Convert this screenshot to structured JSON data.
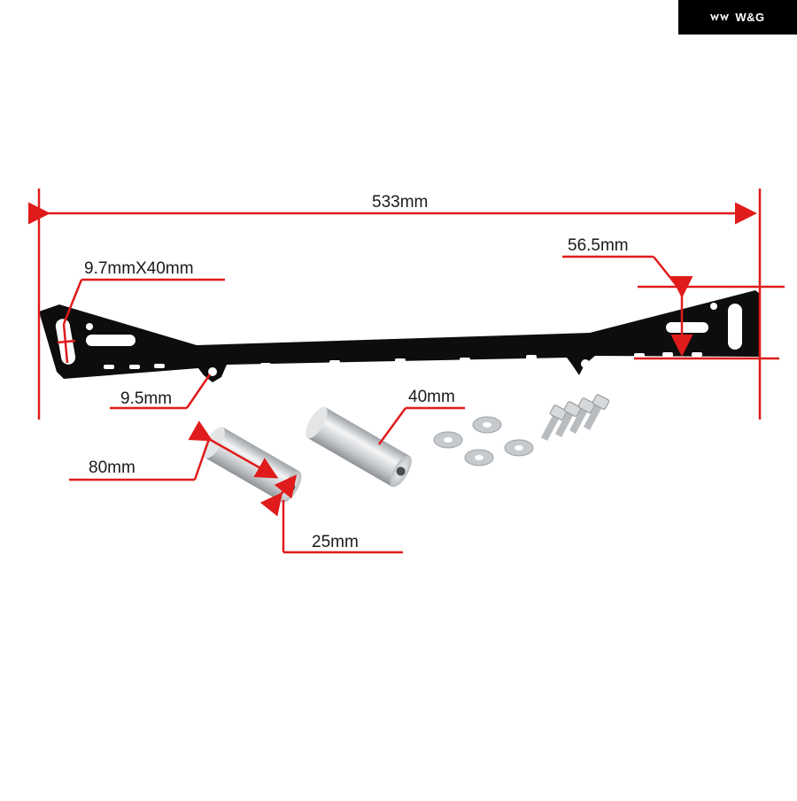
{
  "brand": {
    "name": "W&G"
  },
  "colors": {
    "dimension_line": "#e01b1b",
    "bracket": "#0d0d0d",
    "metal": "#d9dbdd",
    "background": "#ffffff"
  },
  "dimensions": {
    "overall_length": "533mm",
    "end_height": "56.5mm",
    "slot_size": "9.7mmX40mm",
    "hole_diameter": "9.5mm",
    "spacer_long_length": "80mm",
    "spacer_short_length": "40mm",
    "spacer_diameter": "25mm"
  },
  "hardware": {
    "spacers": 2,
    "washers": 4,
    "bolts": 4
  }
}
